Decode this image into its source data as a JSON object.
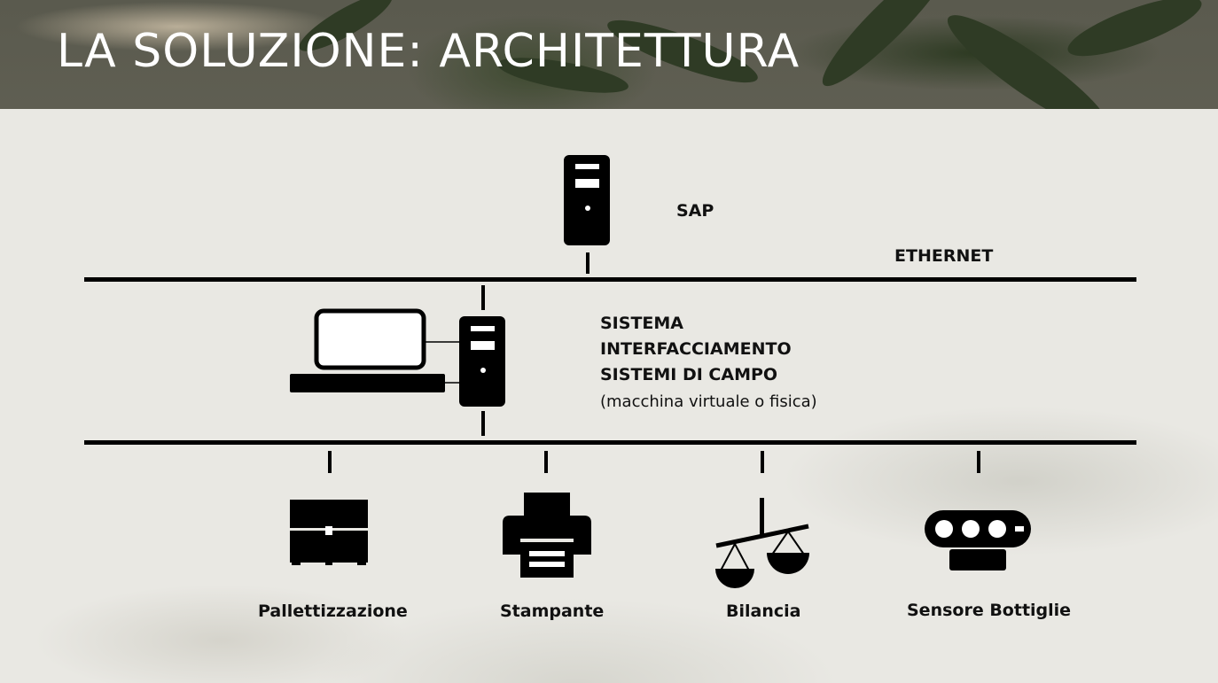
{
  "slide": {
    "title": "LA SOLUZIONE: ARCHITETTURA"
  },
  "diagram": {
    "sap_label": "SAP",
    "ethernet_label": "ETHERNET",
    "system_label": {
      "line1": "SISTEMA",
      "line2": "INTERFACCIAMENTO",
      "line3": "SISTEMI DI CAMPO",
      "note": "(macchina virtuale o fisica)"
    },
    "devices": [
      {
        "label": "Pallettizzazione",
        "icon": "pallet-icon"
      },
      {
        "label": "Stampante",
        "icon": "printer-icon"
      },
      {
        "label": "Bilancia",
        "icon": "scale-icon"
      },
      {
        "label": "Sensore Bottiglie",
        "icon": "sensor-icon"
      }
    ]
  },
  "colors": {
    "diagram_ink": "#000000",
    "title_text": "#ffffff",
    "content_background": "#e9e8e3"
  }
}
